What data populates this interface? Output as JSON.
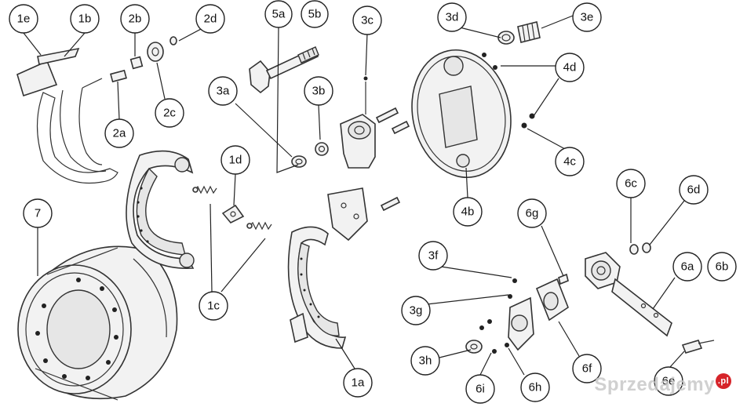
{
  "callouts": [
    {
      "id": "1e",
      "label": "1e"
    },
    {
      "id": "1b",
      "label": "1b"
    },
    {
      "id": "2b",
      "label": "2b"
    },
    {
      "id": "2d",
      "label": "2d"
    },
    {
      "id": "2a",
      "label": "2a"
    },
    {
      "id": "2c",
      "label": "2c"
    },
    {
      "id": "5a",
      "label": "5a"
    },
    {
      "id": "5b",
      "label": "5b"
    },
    {
      "id": "3c",
      "label": "3c"
    },
    {
      "id": "3d",
      "label": "3d"
    },
    {
      "id": "3e",
      "label": "3e"
    },
    {
      "id": "3a",
      "label": "3a"
    },
    {
      "id": "3b",
      "label": "3b"
    },
    {
      "id": "4d",
      "label": "4d"
    },
    {
      "id": "4c",
      "label": "4c"
    },
    {
      "id": "4b",
      "label": "4b"
    },
    {
      "id": "1d",
      "label": "1d"
    },
    {
      "id": "7",
      "label": "7"
    },
    {
      "id": "1c",
      "label": "1c"
    },
    {
      "id": "1a",
      "label": "1a"
    },
    {
      "id": "6c",
      "label": "6c"
    },
    {
      "id": "6d",
      "label": "6d"
    },
    {
      "id": "6g",
      "label": "6g"
    },
    {
      "id": "3f",
      "label": "3f"
    },
    {
      "id": "3g",
      "label": "3g"
    },
    {
      "id": "6a",
      "label": "6a"
    },
    {
      "id": "6b",
      "label": "6b"
    },
    {
      "id": "3h",
      "label": "3h"
    },
    {
      "id": "6f",
      "label": "6f"
    },
    {
      "id": "6i",
      "label": "6i"
    },
    {
      "id": "6h",
      "label": "6h"
    },
    {
      "id": "6e",
      "label": "6e"
    }
  ],
  "watermark": {
    "text": "Sprzedajemy",
    "tld": ".pl"
  },
  "colors": {
    "line": "#333333",
    "background": "#ffffff",
    "watermark_badge": "#d6242a"
  }
}
